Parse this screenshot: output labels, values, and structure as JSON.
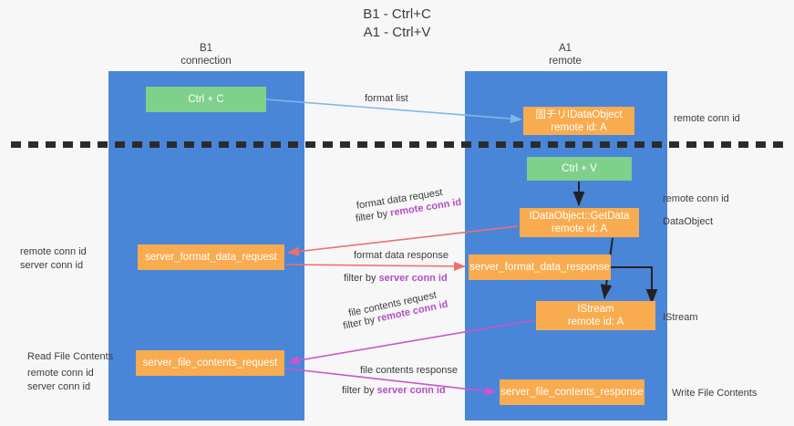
{
  "title": {
    "line1": "B1 - Ctrl+C",
    "line2": "A1 - Ctrl+V"
  },
  "columns": {
    "left": {
      "name": "B1",
      "role": "connection"
    },
    "right": {
      "name": "A1",
      "role": "remote"
    }
  },
  "boxes": {
    "ctrl_c": {
      "label": "Ctrl + C",
      "color": "#7ed08b"
    },
    "ctrl_v": {
      "label": "Ctrl + V",
      "color": "#7ed08b"
    },
    "idataobject": {
      "line1": "固チリIDataObject",
      "line2": "remote id: A",
      "color": "#f9ab4f"
    },
    "getdata": {
      "line1": "IDataObject::GetData",
      "line2": "remote id: A",
      "color": "#f9ab4f"
    },
    "server_format_data_request": {
      "label": "server_format_data_request",
      "color": "#f9ab4f"
    },
    "server_format_data_response": {
      "label": "server_format_data_response",
      "color": "#f9ab4f"
    },
    "istream": {
      "line1": "IStream",
      "line2": "remote id: A",
      "color": "#f9ab4f"
    },
    "server_file_contents_request": {
      "label": "server_file_contents_request",
      "color": "#f9ab4f"
    },
    "server_file_contents_response": {
      "label": "server_file_contents_response",
      "color": "#f9ab4f"
    }
  },
  "edge_labels": {
    "format_list": "format list",
    "format_data_request": "format data request",
    "format_data_request_filter_prefix": "filter by ",
    "format_data_request_filter_key": "remote conn id",
    "format_data_response": "format data response",
    "format_data_response_filter_prefix": "filter by ",
    "format_data_response_filter_key": "server conn id",
    "file_contents_request": "file contents request",
    "file_contents_request_filter_prefix": "filter by ",
    "file_contents_request_filter_key": "remote conn id",
    "file_contents_response": "file contents response",
    "file_contents_response_filter_prefix": "filter by ",
    "file_contents_response_filter_key": "server conn id"
  },
  "annotations": {
    "right_top_remote_conn_id": "remote conn id",
    "right_mid_remote_conn_id": "remote conn id",
    "right_dataobject": "DataObject",
    "right_istream": "IStream",
    "right_write_file_contents": "Write File Contents",
    "left_remote_conn_id_1": "remote conn id",
    "left_server_conn_id_1": "server conn id",
    "left_read_file_contents": "Read File Contents",
    "left_remote_conn_id_2": "remote conn id",
    "left_server_conn_id_2": "server conn id"
  },
  "colors": {
    "lane": "#4a86d8",
    "green_box": "#7ed08b",
    "orange_box": "#f9ab4f",
    "purple_text": "#b34fc4",
    "green_text": "#6fc47e",
    "arrow_blue": "#7fb7e8",
    "arrow_red": "#ef6f6f",
    "arrow_magenta": "#cc55cc",
    "arrow_black": "#222222",
    "divider": "#2b2b2b",
    "background": "#f7f7f7"
  }
}
